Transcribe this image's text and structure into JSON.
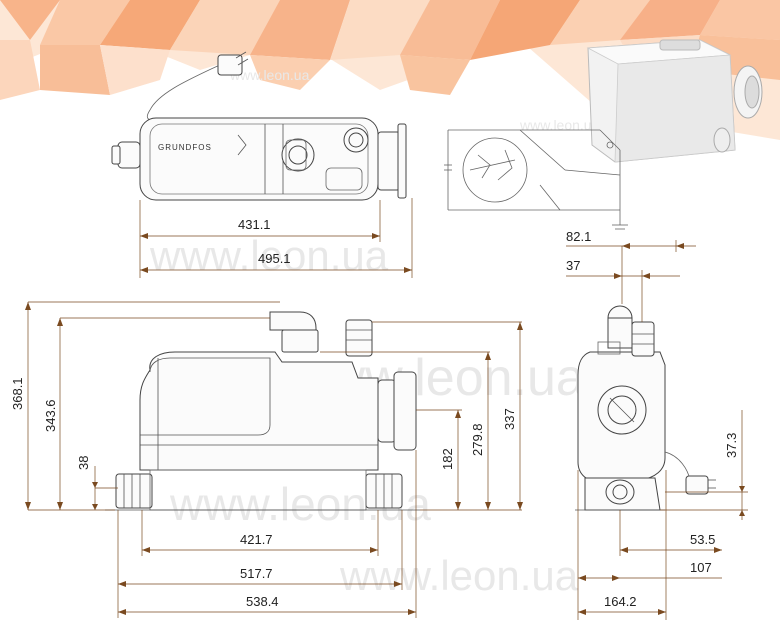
{
  "brand_logo": "GRUNDFOS",
  "watermarks": [
    "www.leon.ua",
    "www.leon.ua",
    "www.leon.ua",
    "www.leon.ua",
    "www.leon.ua",
    "www.leon.ua"
  ],
  "top_view": {
    "dims": {
      "inner_length": "431.1",
      "outer_length": "495.1"
    }
  },
  "side_view": {
    "dims": {
      "total_height": "368.1",
      "height_343": "343.6",
      "height_337": "337",
      "outlet_height": "279.8",
      "inlet_height": "182",
      "bottom_inlet": "38",
      "width_421": "421.7",
      "width_517": "517.7",
      "width_538": "538.4"
    }
  },
  "end_view": {
    "dims": {
      "top_821": "82.1",
      "top_37": "37",
      "right_373": "37.3",
      "bottom_535": "53.5",
      "bottom_107": "107",
      "width_1642": "164.2"
    }
  },
  "colors": {
    "bg_orange": "#f9b98c",
    "bg_peach": "#fde3cf",
    "line": "#444444",
    "dim_line": "#7a4a20"
  }
}
